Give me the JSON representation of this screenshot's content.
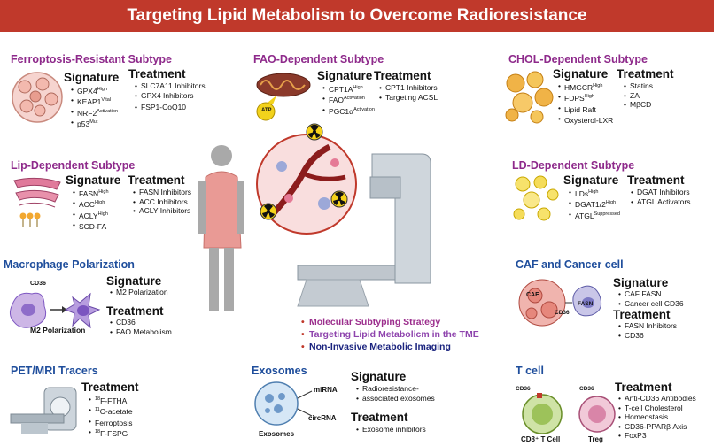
{
  "title": "Targeting Lipid Metabolism to Overcome Radioresistance",
  "ferroptosis": {
    "title": "Ferroptosis-Resistant Subtype",
    "signature_header": "Signature",
    "signature": [
      {
        "text": "GPX4",
        "sup": "High"
      },
      {
        "text": "KEAP1",
        "sup": "Vital"
      },
      {
        "text": "NRF2",
        "sup": "Activation"
      },
      {
        "text": "p53",
        "sup": "Mut"
      }
    ],
    "treatment_header": "Treatment",
    "treatment": [
      "SLC7A11 Inhibitors",
      "GPX4 Inhibitors",
      "FSP1-CoQ10"
    ]
  },
  "fao": {
    "title": "FAO-Dependent Subtype",
    "atp_label": "ATP",
    "signature_header": "Signature",
    "signature": [
      {
        "text": "CPT1A",
        "sup": "High"
      },
      {
        "text": "FAO",
        "sup": "Activation"
      },
      {
        "text": "PGC1α",
        "sup": "Activation"
      }
    ],
    "treatment_header": "Treatment",
    "treatment": [
      "CPT1 Inhibitors",
      "Targeting ACSL"
    ]
  },
  "chol": {
    "title": "CHOL-Dependent Subtype",
    "signature_header": "Signature",
    "signature": [
      {
        "text": "HMGCR",
        "sup": "High"
      },
      {
        "text": "FDPS",
        "sup": "High"
      },
      {
        "text": "Lipid Raft",
        "sup": ""
      },
      {
        "text": "Oxysterol-LXR",
        "sup": ""
      }
    ],
    "treatment_header": "Treatment",
    "treatment": [
      "Statins",
      "ZA",
      "MβCD"
    ]
  },
  "lip": {
    "title": "Lip-Dependent Subtype",
    "signature_header": "Signature",
    "signature": [
      {
        "text": "FASN",
        "sup": "High"
      },
      {
        "text": "ACC",
        "sup": "High"
      },
      {
        "text": "ACLY",
        "sup": "High"
      },
      {
        "text": "SCD-FA",
        "sup": ""
      }
    ],
    "treatment_header": "Treatment",
    "treatment": [
      "FASN Inhibitors",
      "ACC Inhibitors",
      "ACLY Inhibitors"
    ]
  },
  "ld": {
    "title": "LD-Dependent Subtype",
    "signature_header": "Signature",
    "signature": [
      {
        "text": "LDs",
        "sup": "High"
      },
      {
        "text": "DGAT1/2",
        "sup": "High"
      },
      {
        "text": "ATGL",
        "sup": "Suppressed"
      }
    ],
    "treatment_header": "Treatment",
    "treatment": [
      "DGAT Inhibitors",
      "ATGL Activators"
    ]
  },
  "macrophage": {
    "title": "Macrophage Polarization",
    "cd36_label": "CD36",
    "polarization_label": "M2 Polarization",
    "signature_header": "Signature",
    "signature": [
      "M2 Polarization"
    ],
    "treatment_header": "Treatment",
    "treatment": [
      "CD36",
      "FAO Metabolism"
    ]
  },
  "caf": {
    "title": "CAF and Cancer cell",
    "caf_label": "CAF",
    "cd36_label": "CD36",
    "fasn_label": "FASN",
    "signature_header": "Signature",
    "signature": [
      "CAF FASN",
      "Cancer cell CD36"
    ],
    "treatment_header": "Treatment",
    "treatment": [
      "FASN Inhibitors",
      "CD36"
    ]
  },
  "center": {
    "items": [
      "Molecular Subtyping Strategy",
      "Targeting Lipid Metabolicm in the TME",
      "Non-Invasive Metabolic Imaging"
    ],
    "item_colors": [
      "#9b2d8c",
      "#8e44ad",
      "#1a237e"
    ]
  },
  "pet": {
    "title": "PET/MRI Tracers",
    "treatment_header": "Treatment",
    "treatment": [
      {
        "sup": "18",
        "text": "F-FTHA"
      },
      {
        "sup": "11",
        "text": "C-acetate"
      },
      {
        "sup": "",
        "text": "Ferroptosis"
      },
      {
        "sup": "18",
        "text": "F-FSPG"
      }
    ]
  },
  "exosomes": {
    "title": "Exosomes",
    "cell_label": "Exosomes",
    "mirna_label": "miRNA",
    "circrna_label": "circRNA",
    "signature_header": "Signature",
    "signature": [
      "Radioresistance-",
      "associated exosomes"
    ],
    "treatment_header": "Treatment",
    "treatment": [
      "Exosome inhibitors"
    ]
  },
  "tcell": {
    "title": "T cell",
    "cd36_label_a": "CD36",
    "cd8_label": "CD8⁺ T Cell",
    "cd36_label_b": "CD36",
    "treg_label": "Treg",
    "treatment_header": "Treatment",
    "treatment": [
      "Anti-CD36 Antibodies",
      "T-cell Cholesterol",
      "Homeostasis",
      "CD36-PPARβ Axis",
      "FoxP3"
    ]
  }
}
